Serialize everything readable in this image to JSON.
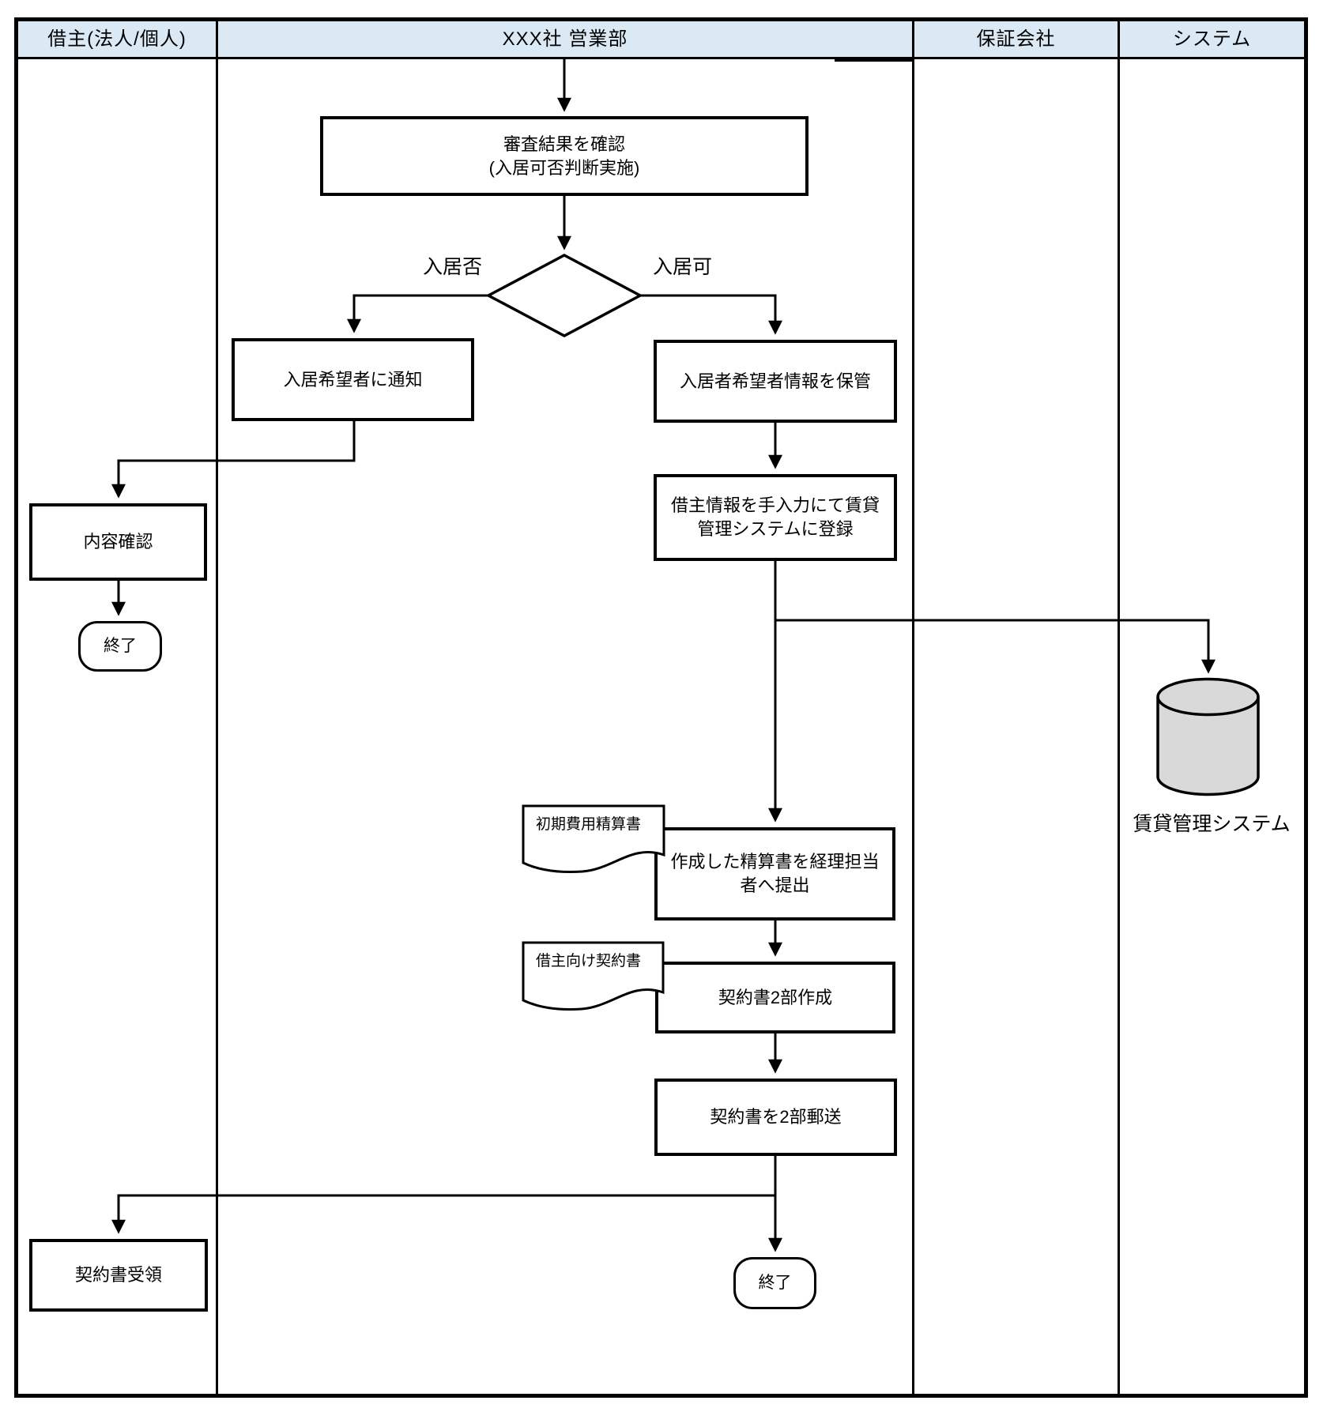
{
  "diagram": {
    "type": "swimlane-flowchart",
    "colors": {
      "header_bg": "#dbe9f4",
      "stroke": "#000000",
      "shape_fill": "#ffffff",
      "database_fill": "#d9d9d9",
      "canvas_bg": "#ffffff"
    },
    "lanes": [
      {
        "label": "借主(法人/個人)"
      },
      {
        "label": "XXX社 営業部"
      },
      {
        "label": "保証会社"
      },
      {
        "label": "システム"
      }
    ],
    "edge_labels": {
      "reject": "入居否",
      "accept": "入居可"
    },
    "nodes": {
      "check_result": {
        "type": "process",
        "label": "審査結果を確認\n(入居可否判断実施)"
      },
      "decision": {
        "type": "decision",
        "label": ""
      },
      "notify": {
        "type": "process",
        "label": "入居希望者に通知"
      },
      "store_info": {
        "type": "process",
        "label": "入居者希望者情報を保管"
      },
      "register": {
        "type": "process",
        "label": "借主情報を手入力にて賃貸\n管理システムに登録"
      },
      "confirm": {
        "type": "process",
        "label": "内容確認"
      },
      "end_left": {
        "type": "terminator",
        "label": "終了"
      },
      "database": {
        "type": "database",
        "label": "賃貸管理システム"
      },
      "doc_settlement": {
        "type": "document",
        "label": "初期費用精算書"
      },
      "submit": {
        "type": "process",
        "label": "作成した精算書を経理担当\n者へ提出"
      },
      "doc_contract": {
        "type": "document",
        "label": "借主向け契約書"
      },
      "create_contract": {
        "type": "process",
        "label": "契約書2部作成"
      },
      "mail_contract": {
        "type": "process",
        "label": "契約書を2部郵送"
      },
      "receive_contract": {
        "type": "process",
        "label": "契約書受領"
      },
      "end_right": {
        "type": "terminator",
        "label": "終了"
      }
    }
  }
}
